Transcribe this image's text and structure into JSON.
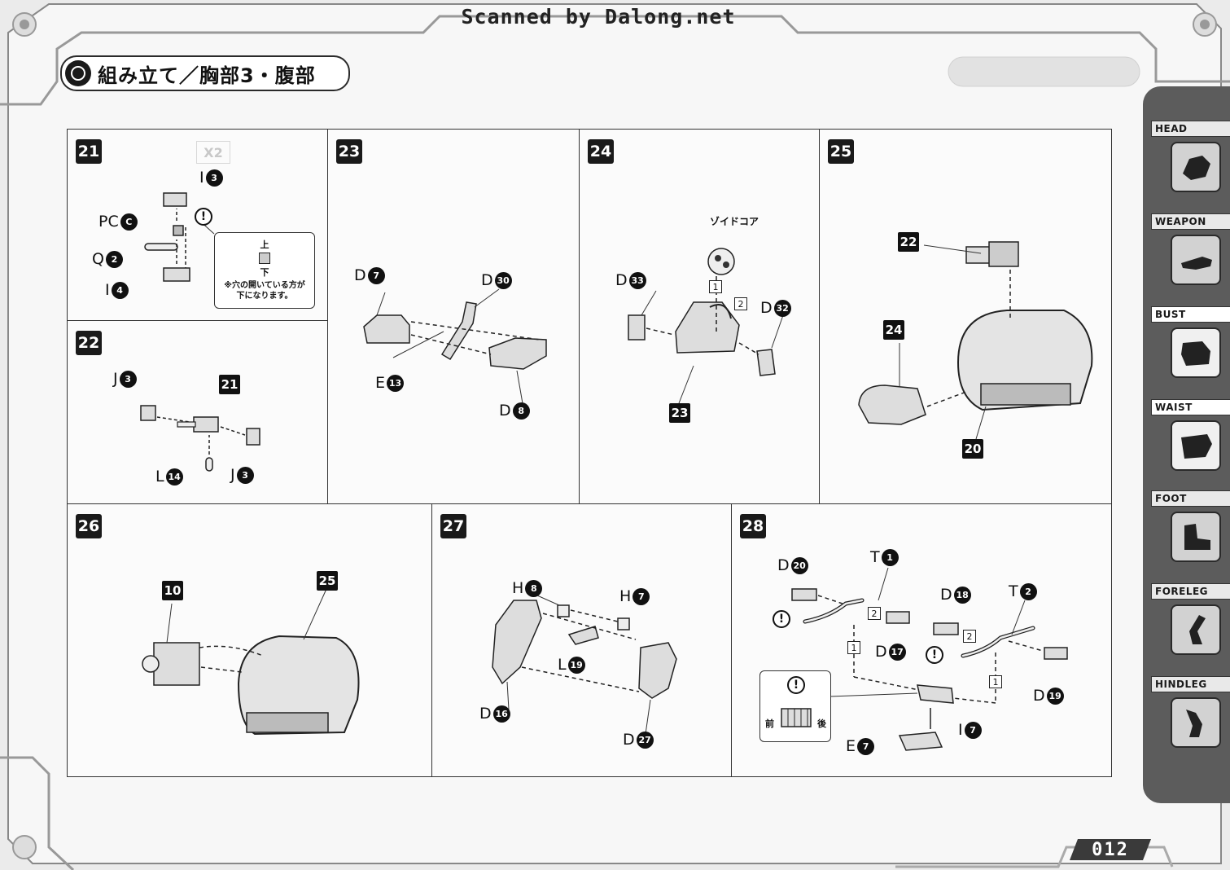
{
  "header": {
    "scan_credit": "Scanned by Dalong.net",
    "title": "組み立て／胸部3・腹部"
  },
  "page_number": "012",
  "sidebar": {
    "tabs": [
      {
        "label": "HEAD",
        "icon": "head-silhouette-icon",
        "active": false
      },
      {
        "label": "WEAPON",
        "icon": "weapon-silhouette-icon",
        "active": false
      },
      {
        "label": "BUST",
        "icon": "bust-silhouette-icon",
        "active": true
      },
      {
        "label": "WAIST",
        "icon": "waist-silhouette-icon",
        "active": true
      },
      {
        "label": "FOOT",
        "icon": "foot-silhouette-icon",
        "active": false
      },
      {
        "label": "FORELEG",
        "icon": "foreleg-silhouette-icon",
        "active": false
      },
      {
        "label": "HINDLEG",
        "icon": "hindleg-silhouette-icon",
        "active": false
      }
    ]
  },
  "steps": {
    "s21": {
      "number": "21",
      "ghost": "X2",
      "parts": [
        {
          "letter": "I",
          "num": "3"
        },
        {
          "letter": "PC",
          "num": "C"
        },
        {
          "letter": "Q",
          "num": "2"
        },
        {
          "letter": "I",
          "num": "4"
        }
      ],
      "warning": "!",
      "note": {
        "top": "上",
        "bottom": "下",
        "text": "※穴の開いている方が下になります。"
      }
    },
    "s22": {
      "number": "22",
      "ref": "21",
      "parts": [
        {
          "letter": "J",
          "num": "3"
        },
        {
          "letter": "L",
          "num": "14"
        },
        {
          "letter": "J",
          "num": "3"
        }
      ]
    },
    "s23": {
      "number": "23",
      "parts": [
        {
          "letter": "D",
          "num": "7"
        },
        {
          "letter": "D",
          "num": "30"
        },
        {
          "letter": "E",
          "num": "13"
        },
        {
          "letter": "D",
          "num": "8"
        }
      ]
    },
    "s24": {
      "number": "24",
      "core_label": "ゾイドコア",
      "ref": "23",
      "seq": [
        "1",
        "2"
      ],
      "parts": [
        {
          "letter": "D",
          "num": "33"
        },
        {
          "letter": "D",
          "num": "32"
        }
      ]
    },
    "s25": {
      "number": "25",
      "refs": [
        "22",
        "24",
        "20"
      ]
    },
    "s26": {
      "number": "26",
      "refs": [
        "10",
        "25"
      ]
    },
    "s27": {
      "number": "27",
      "parts": [
        {
          "letter": "H",
          "num": "8"
        },
        {
          "letter": "H",
          "num": "7"
        },
        {
          "letter": "L",
          "num": "19"
        },
        {
          "letter": "D",
          "num": "16"
        },
        {
          "letter": "D",
          "num": "27"
        }
      ]
    },
    "s28": {
      "number": "28",
      "parts": [
        {
          "letter": "D",
          "num": "20"
        },
        {
          "letter": "T",
          "num": "1"
        },
        {
          "letter": "D",
          "num": "17"
        },
        {
          "letter": "D",
          "num": "18"
        },
        {
          "letter": "T",
          "num": "2"
        },
        {
          "letter": "D",
          "num": "19"
        },
        {
          "letter": "I",
          "num": "7"
        },
        {
          "letter": "E",
          "num": "7"
        }
      ],
      "seq": [
        "2",
        "1",
        "2",
        "1"
      ],
      "warning": "!",
      "inset": {
        "front": "前",
        "back": "後"
      }
    }
  }
}
